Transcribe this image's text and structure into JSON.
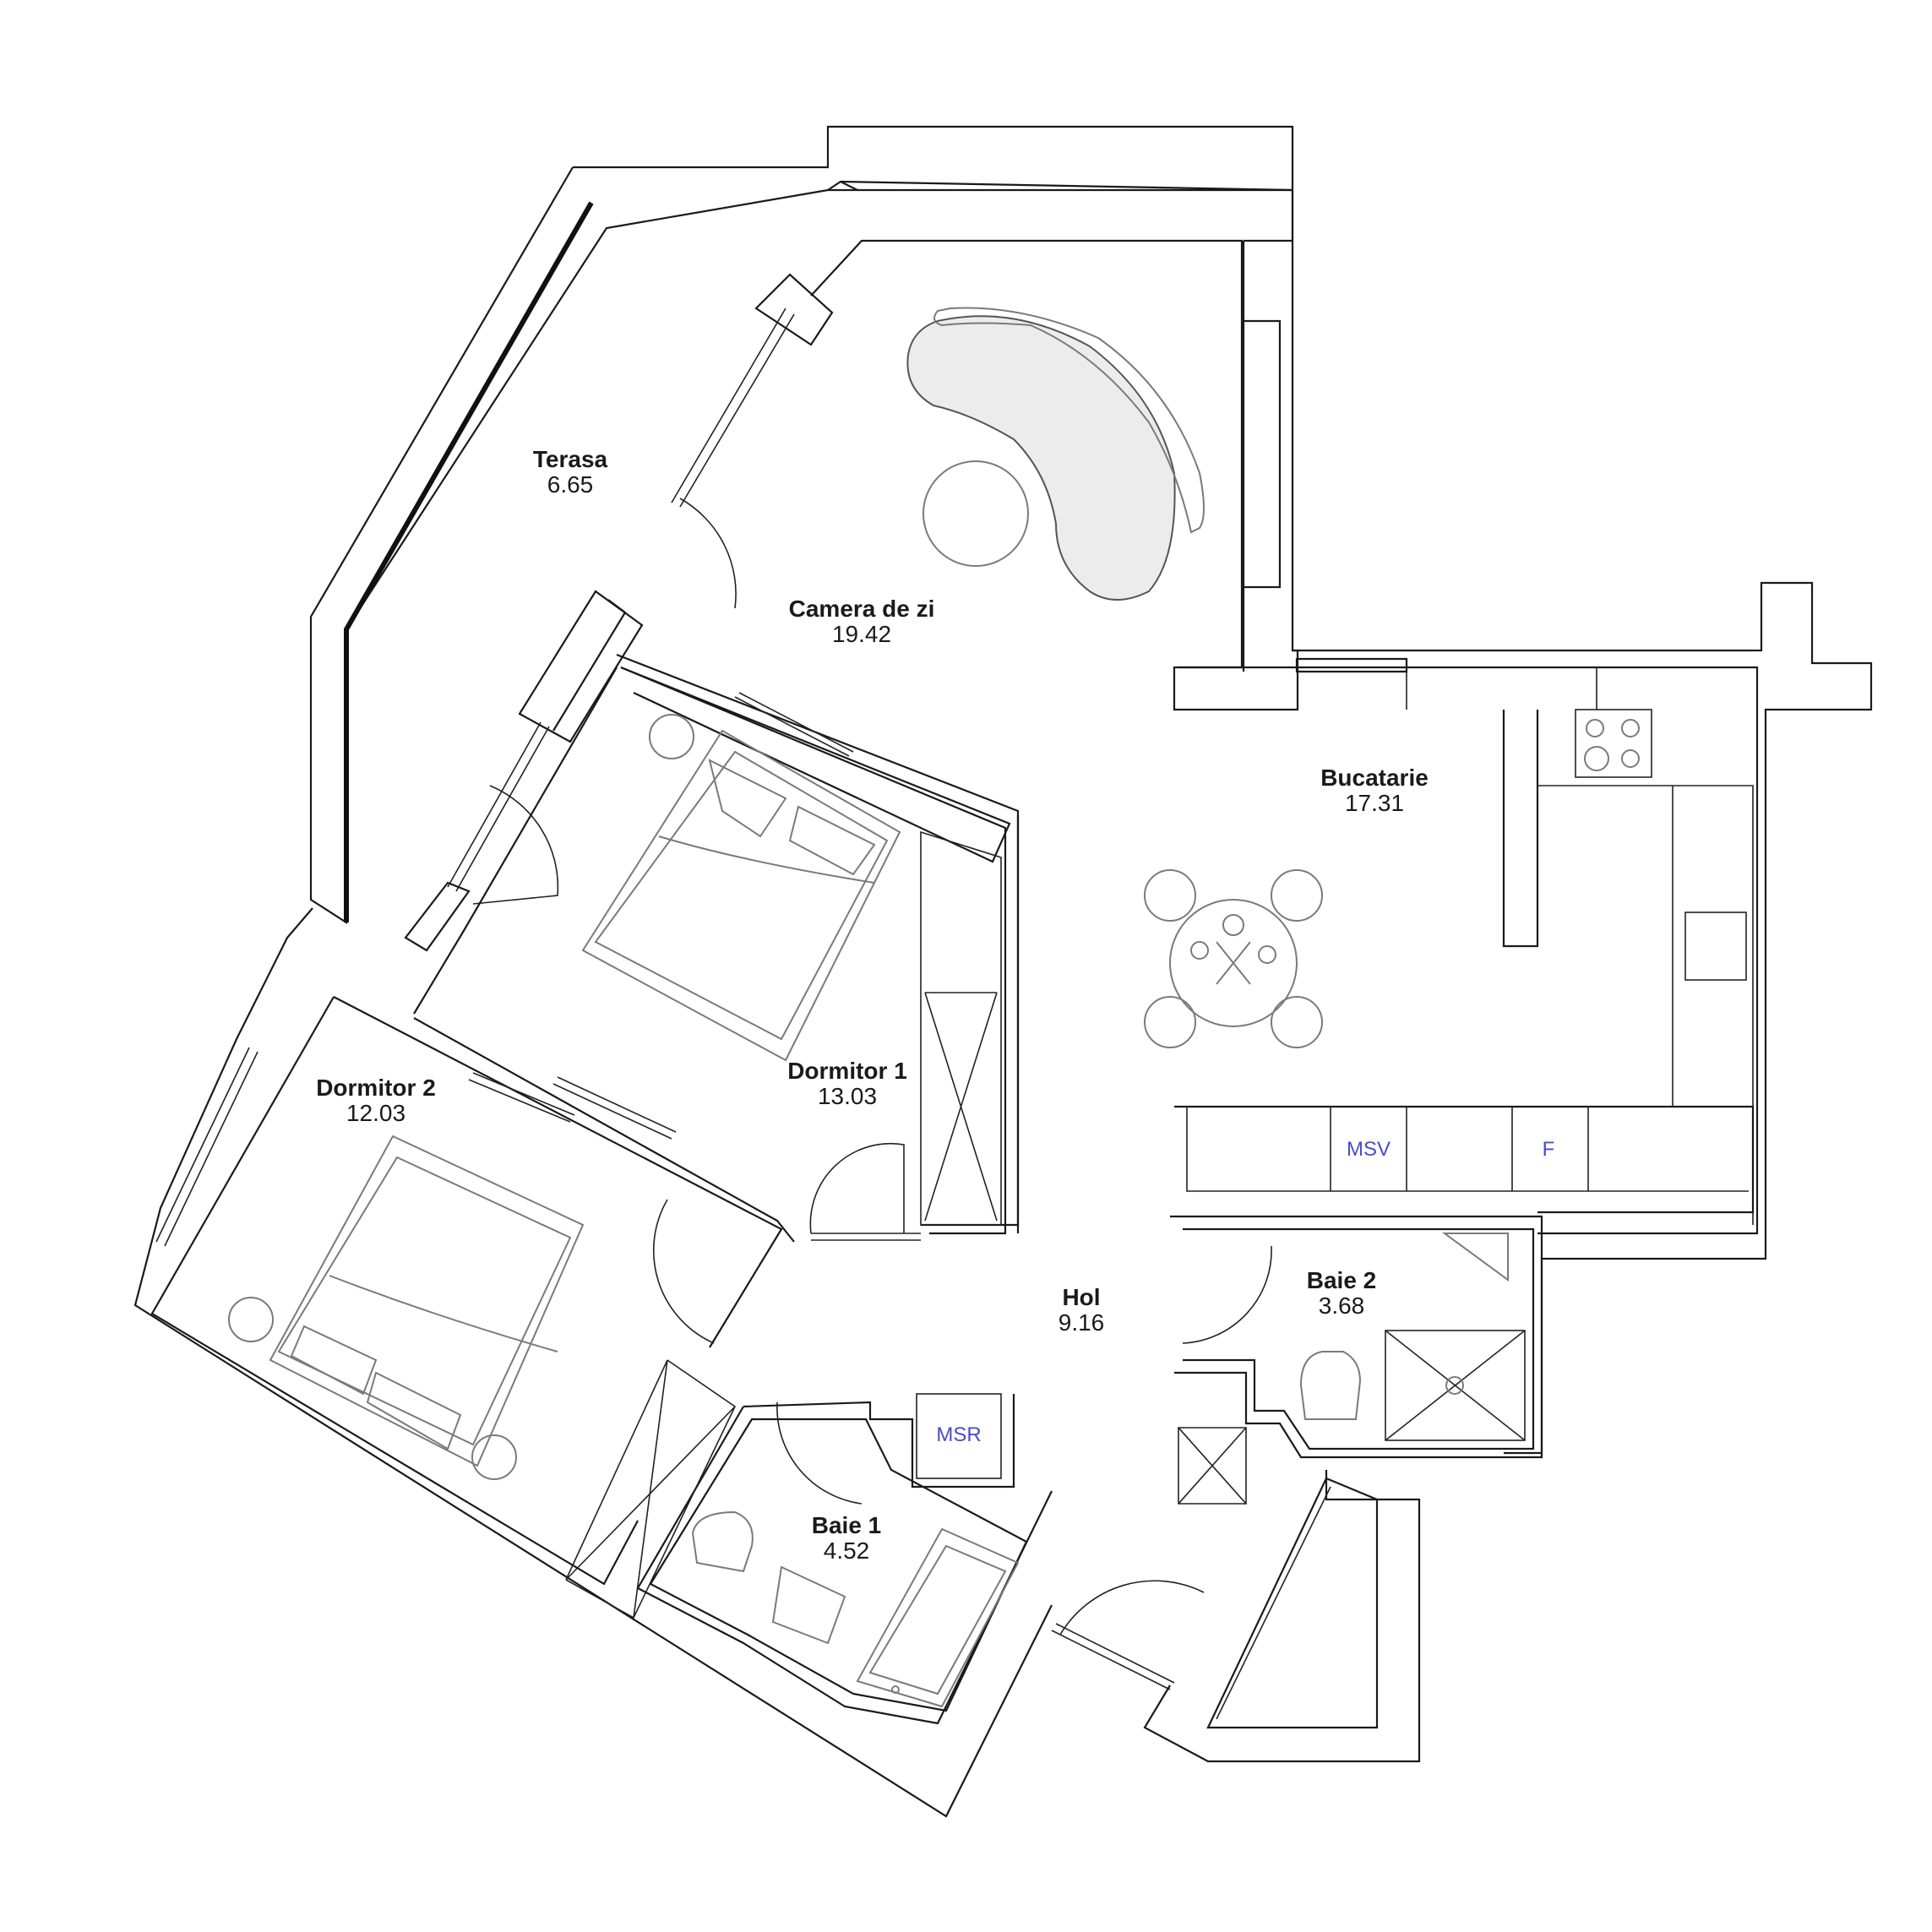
{
  "plan": {
    "rooms": {
      "terasa": {
        "name": "Terasa",
        "area": "6.65"
      },
      "camera_de_zi": {
        "name": "Camera de zi",
        "area": "19.42"
      },
      "bucatarie": {
        "name": "Bucatarie",
        "area": "17.31"
      },
      "dormitor_1": {
        "name": "Dormitor 1",
        "area": "13.03"
      },
      "dormitor_2": {
        "name": "Dormitor 2",
        "area": "12.03"
      },
      "hol": {
        "name": "Hol",
        "area": "9.16"
      },
      "baie_1": {
        "name": "Baie 1",
        "area": "4.52"
      },
      "baie_2": {
        "name": "Baie 2",
        "area": "3.68"
      }
    },
    "tags": {
      "msv": "MSV",
      "f": "F",
      "msr": "MSR"
    },
    "colors": {
      "tag": "#4a4ad0",
      "wall": "#1a1a1a",
      "rug": "#ececec"
    }
  }
}
